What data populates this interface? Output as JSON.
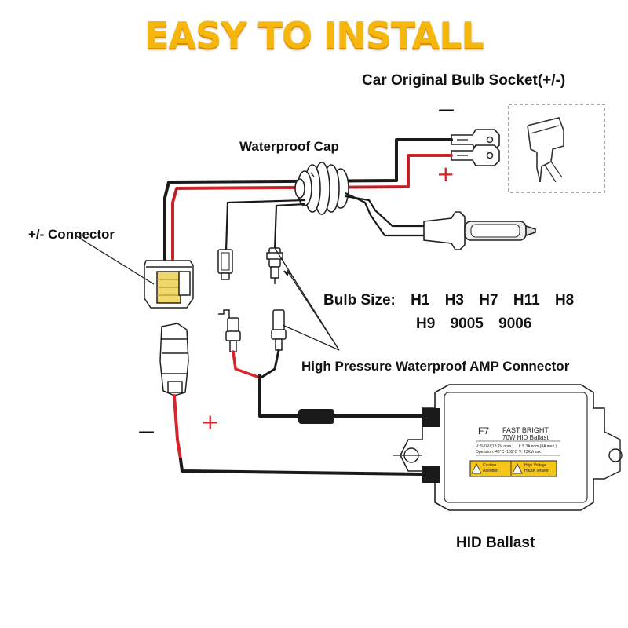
{
  "headline": "EASY TO INSTALL",
  "labels": {
    "socket": "Car Original Bulb Socket(+/-)",
    "waterproof_cap": "Waterproof Cap",
    "connector": "+/- Connector",
    "bulb_size": "Bulb Size:",
    "amp_connector": "High Pressure Waterproof AMP Connector",
    "ballast": "HID Ballast"
  },
  "bulb_sizes": {
    "row1": [
      "H1",
      "H3",
      "H7",
      "H11",
      "H8"
    ],
    "row2": [
      "H9",
      "9005",
      "9006"
    ]
  },
  "signs": {
    "minus": "−",
    "plus": "+"
  },
  "ballast_unit": {
    "model": "F7",
    "brand": "FAST BRIGHT",
    "product": "70W HID Ballast",
    "spec_left_1": "V: 9-16V(13.2V nom.)",
    "spec_left_2": "Operation:-40°C~105°C",
    "spec_right_1": "I: 5.3A nom.(8A max.)",
    "spec_right_2": "V: 23KVmax.",
    "caution_1": "Caution",
    "caution_2": "Attention",
    "voltage_1": "High Voltage",
    "voltage_2": "Haute Tension"
  },
  "colors": {
    "headline": "#f6b70d",
    "wire_red": "#d8242b",
    "wire_black": "#1a1a1a",
    "warning": "#f5c518"
  }
}
